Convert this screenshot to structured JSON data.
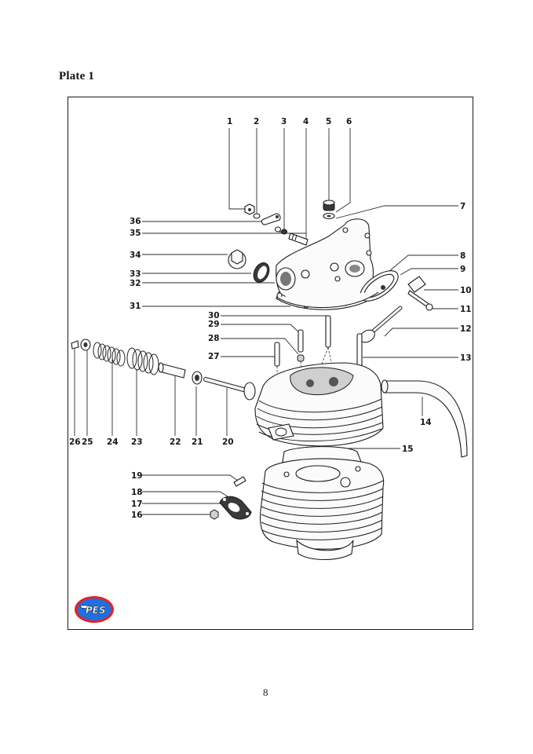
{
  "page": {
    "title": "Plate 1",
    "page_number": "8"
  },
  "logo": {
    "text": "PES",
    "colors": {
      "outer_ring": "#e0232a",
      "fill": "#1f6fe0",
      "text": "#ffffff"
    }
  },
  "diagram": {
    "subject": "Exploded view of cylinder head, rocker cover, valves and cylinder barrel",
    "labels": [
      {
        "id": "1",
        "text": "1"
      },
      {
        "id": "2",
        "text": "2"
      },
      {
        "id": "3",
        "text": "3"
      },
      {
        "id": "4",
        "text": "4"
      },
      {
        "id": "5",
        "text": "5"
      },
      {
        "id": "6",
        "text": "6"
      },
      {
        "id": "7",
        "text": "7"
      },
      {
        "id": "8",
        "text": "8"
      },
      {
        "id": "9",
        "text": "9"
      },
      {
        "id": "10",
        "text": "10"
      },
      {
        "id": "11",
        "text": "11"
      },
      {
        "id": "12",
        "text": "12"
      },
      {
        "id": "13",
        "text": "13"
      },
      {
        "id": "14",
        "text": "14"
      },
      {
        "id": "15",
        "text": "15"
      },
      {
        "id": "16",
        "text": "16"
      },
      {
        "id": "17",
        "text": "17"
      },
      {
        "id": "18",
        "text": "18"
      },
      {
        "id": "19",
        "text": "19"
      },
      {
        "id": "20",
        "text": "20"
      },
      {
        "id": "21",
        "text": "21"
      },
      {
        "id": "22",
        "text": "22"
      },
      {
        "id": "23",
        "text": "23"
      },
      {
        "id": "24",
        "text": "24"
      },
      {
        "id": "25",
        "text": "25"
      },
      {
        "id": "26",
        "text": "26"
      },
      {
        "id": "27",
        "text": "27"
      },
      {
        "id": "28",
        "text": "28"
      },
      {
        "id": "29",
        "text": "29"
      },
      {
        "id": "30",
        "text": "30"
      },
      {
        "id": "31",
        "text": "31"
      },
      {
        "id": "32",
        "text": "32"
      },
      {
        "id": "33",
        "text": "33"
      },
      {
        "id": "34",
        "text": "34"
      },
      {
        "id": "35",
        "text": "35"
      },
      {
        "id": "36",
        "text": "36"
      }
    ]
  }
}
